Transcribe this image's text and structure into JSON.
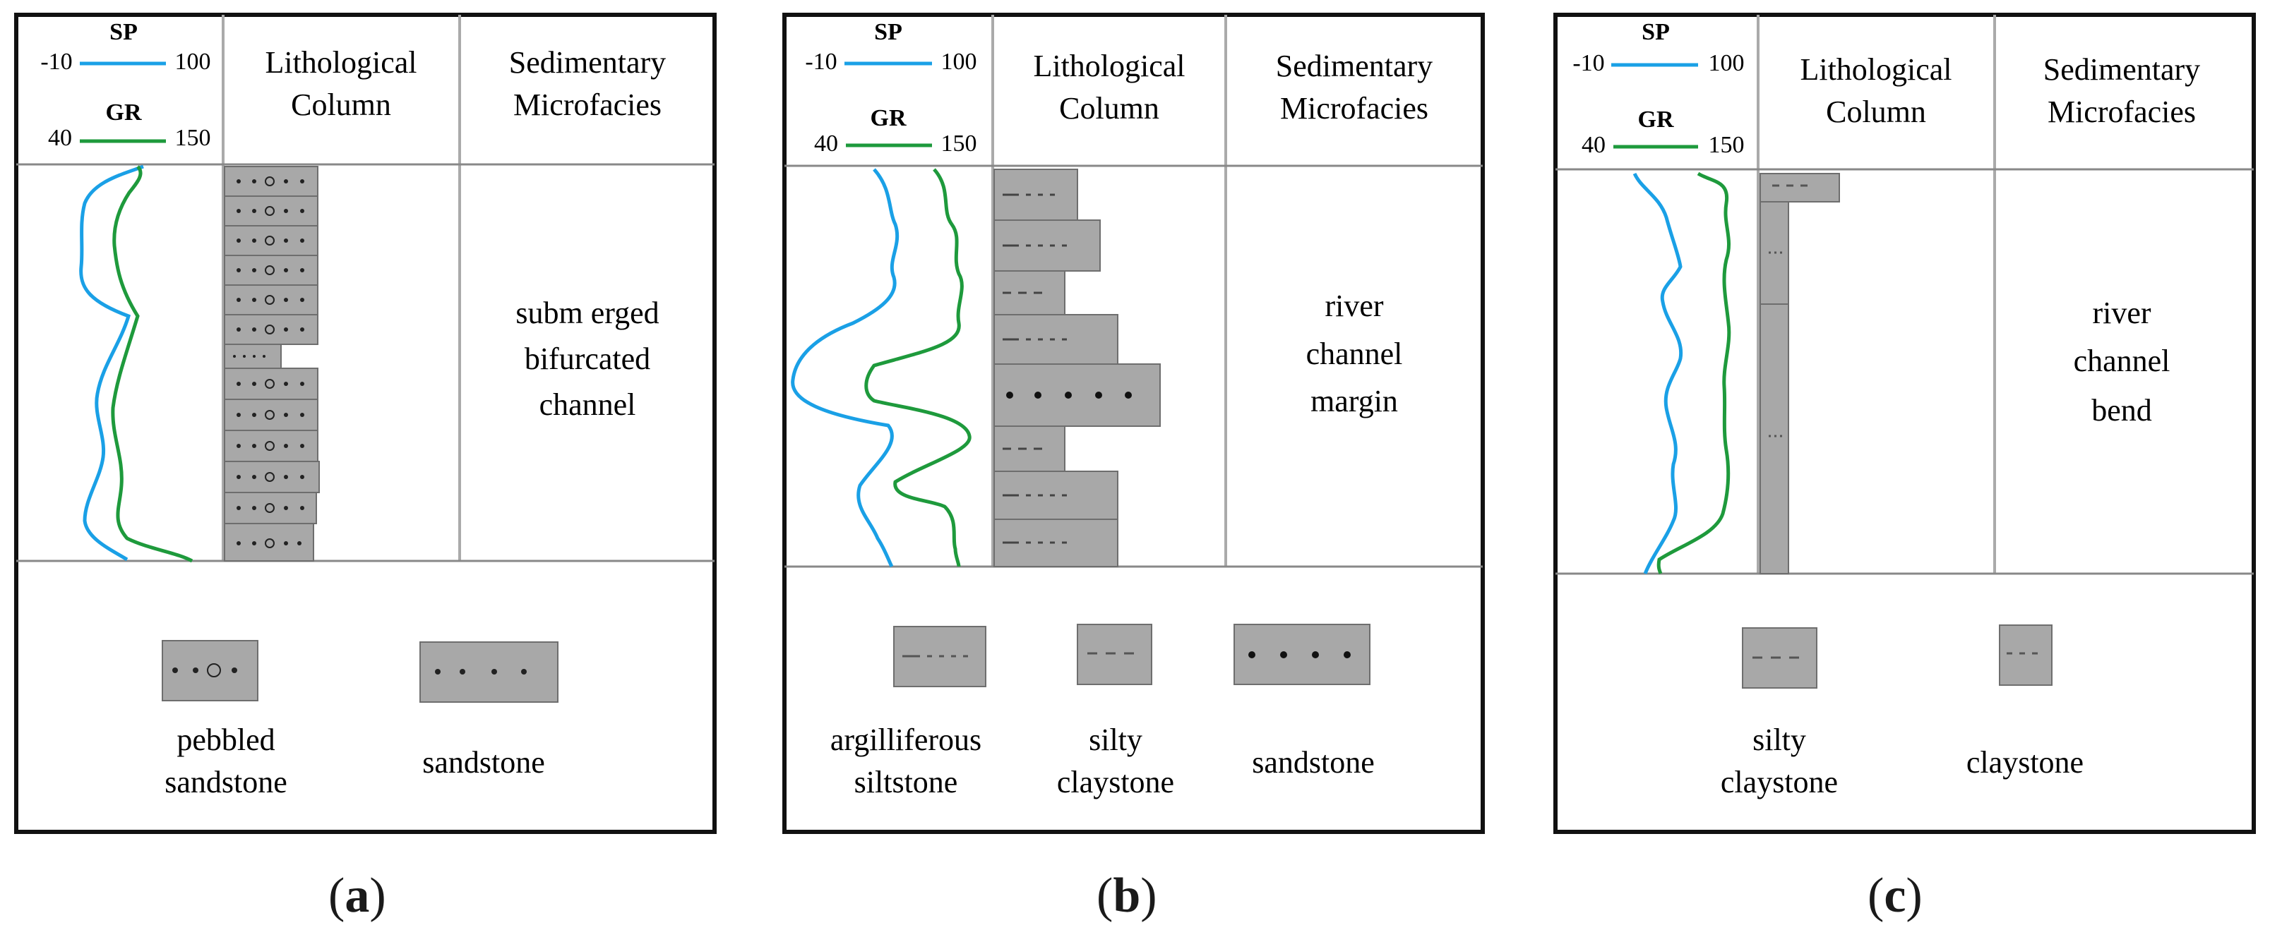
{
  "colors": {
    "sp_curve": "#1aa0e6",
    "gr_curve": "#1e9a3c",
    "lithology_fill": "#a8a8a8",
    "lithology_edge": "#6e6e6e",
    "frame": "#111111",
    "divider": "#aaaaaa"
  },
  "headers": {
    "sp": "SP",
    "sp_min": "-10",
    "sp_max": "100",
    "gr": "GR",
    "gr_min": "40",
    "gr_max": "150",
    "lith_line1": "Lithological",
    "lith_line2": "Column",
    "micro_line1": "Sedimentary",
    "micro_line2": "Microfacies"
  },
  "panels": [
    {
      "id": "a",
      "caption_open": "(",
      "caption_letter": "a",
      "caption_close": ")",
      "microfacies_lines": [
        "subm erged",
        "bifurcated",
        "channel"
      ],
      "legend": [
        {
          "pattern": "pebbled",
          "label_lines": [
            "pebbled",
            "sandstone"
          ]
        },
        {
          "pattern": "sandstone",
          "label_lines": [
            "sandstone"
          ]
        }
      ]
    },
    {
      "id": "b",
      "caption_open": "(",
      "caption_letter": "b",
      "caption_close": ")",
      "microfacies_lines": [
        "river",
        "channel",
        "margin"
      ],
      "legend": [
        {
          "pattern": "argsilt",
          "label_lines": [
            "argilliferous",
            "siltstone"
          ]
        },
        {
          "pattern": "silty",
          "label_lines": [
            "silty",
            "claystone"
          ]
        },
        {
          "pattern": "sandstone",
          "label_lines": [
            "sandstone"
          ]
        }
      ]
    },
    {
      "id": "c",
      "caption_open": "(",
      "caption_letter": "c",
      "caption_close": ")",
      "microfacies_lines": [
        "river",
        "channel",
        "bend"
      ],
      "legend": [
        {
          "pattern": "silty",
          "label_lines": [
            "silty",
            "claystone"
          ]
        },
        {
          "pattern": "clay",
          "label_lines": [
            "claystone"
          ]
        }
      ]
    }
  ]
}
